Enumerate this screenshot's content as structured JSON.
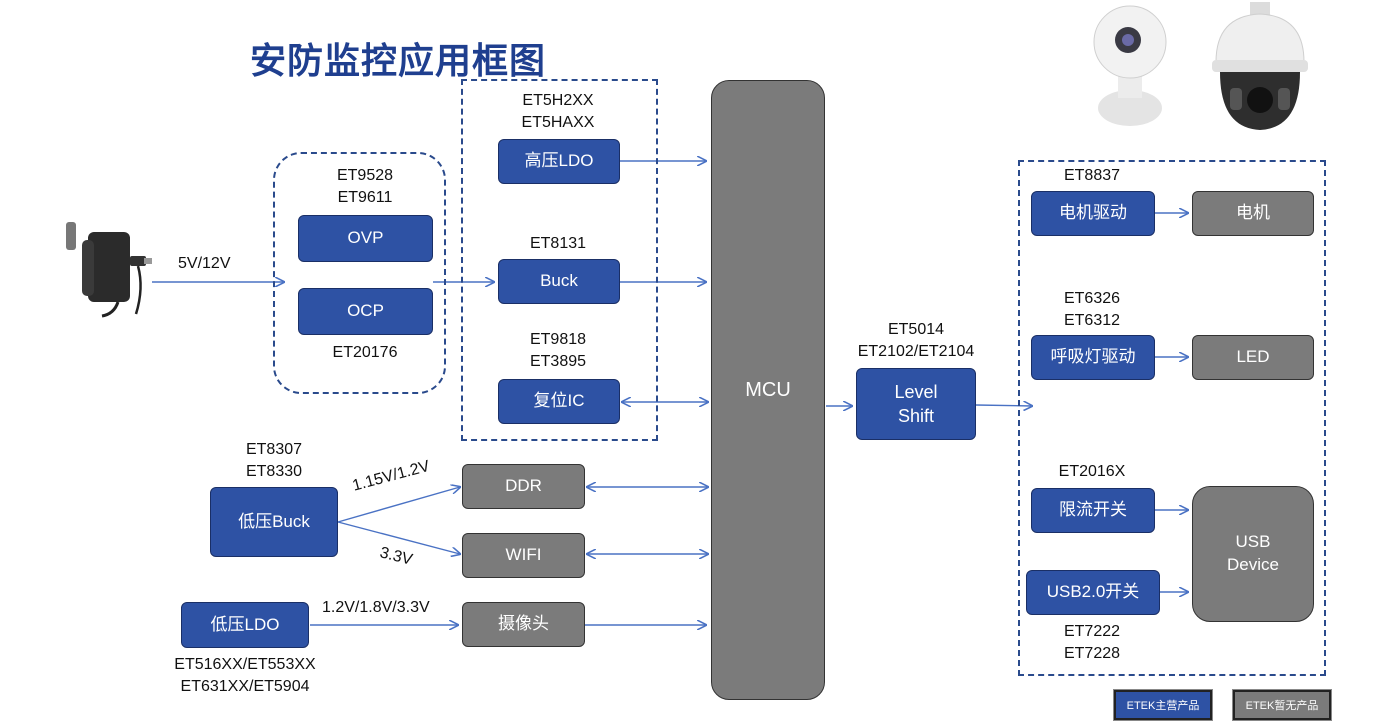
{
  "title": "安防监控应用框图",
  "input_label": "5V/12V",
  "protection": {
    "parts_top": [
      "ET9528",
      "ET9611"
    ],
    "ovp": "OVP",
    "ocp": "OCP",
    "parts_bottom": "ET20176"
  },
  "power": {
    "hv_ldo_parts": [
      "ET5H2XX",
      "ET5HAXX"
    ],
    "hv_ldo": "高压LDO",
    "buck_part": "ET8131",
    "buck": "Buck",
    "reset_parts": [
      "ET9818",
      "ET3895"
    ],
    "reset": "复位IC"
  },
  "mcu": "MCU",
  "low_buck": {
    "parts": [
      "ET8307",
      "ET8330"
    ],
    "label": "低压Buck",
    "rail_ddr": "1.15V/1.2V",
    "rail_wifi": "3.3V"
  },
  "peripherals": {
    "ddr": "DDR",
    "wifi": "WIFI",
    "camera": "摄像头"
  },
  "low_ldo": {
    "label": "低压LDO",
    "rail": "1.2V/1.8V/3.3V",
    "parts": [
      "ET516XX/ET553XX",
      "ET631XX/ET5904"
    ]
  },
  "level_shift": {
    "parts": [
      "ET5014",
      "ET2102/ET2104"
    ],
    "label_lines": [
      "Level",
      "Shift"
    ]
  },
  "outputs": {
    "motor_part": "ET8837",
    "motor_driver": "电机驱动",
    "motor": "电机",
    "led_parts": [
      "ET6326",
      "ET6312"
    ],
    "breath_driver": "呼吸灯驱动",
    "led": "LED",
    "switch_part": "ET2016X",
    "current_switch": "限流开关",
    "usb_switch": "USB2.0开关",
    "usb_parts": [
      "ET7222",
      "ET7228"
    ],
    "usb_device_lines": [
      "USB",
      "Device"
    ]
  },
  "legend": {
    "main": "ETEK主营产品",
    "none": "ETEK暂无产品"
  },
  "colors": {
    "main_product": "#2e52a4",
    "no_product": "#7b7b7b",
    "title": "#1f3f8f",
    "arrow": "#4a72c4"
  }
}
